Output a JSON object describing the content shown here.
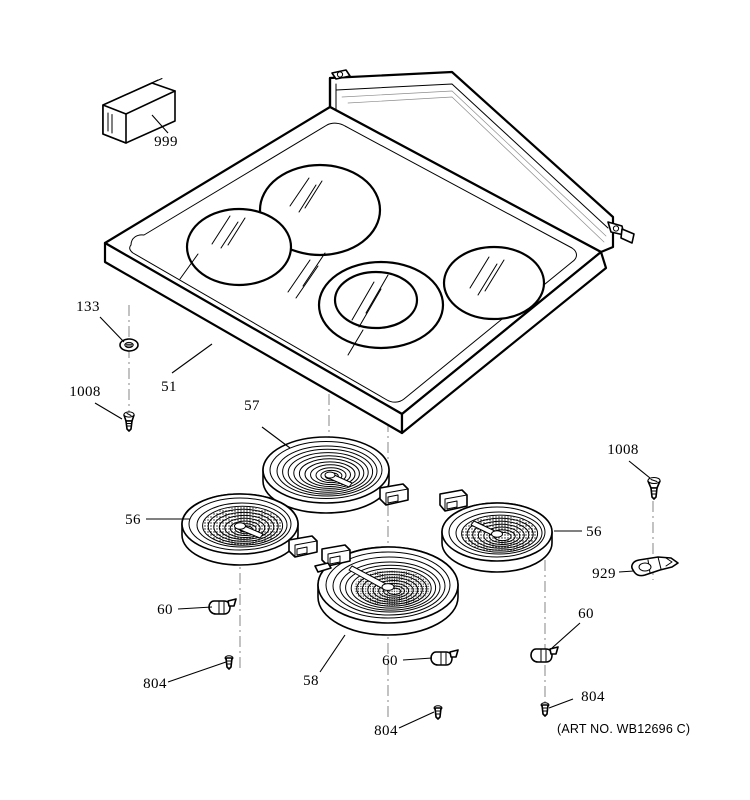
{
  "diagram": {
    "title": "Cooktop Exploded Parts Diagram",
    "art_number": "(ART NO. WB12696 C)",
    "line_color": "#000000",
    "background_color": "#ffffff",
    "centerline_color": "#7a7a7a"
  },
  "callouts": [
    {
      "id": "999",
      "label": "999",
      "part": "carton-box"
    },
    {
      "id": "51",
      "label": "51",
      "part": "cooktop-main-panel"
    },
    {
      "id": "133",
      "label": "133",
      "part": "washer-grommet"
    },
    {
      "id": "1008-left",
      "label": "1008",
      "part": "screw-left"
    },
    {
      "id": "57",
      "label": "57",
      "part": "heating-element-plain-spiral"
    },
    {
      "id": "56-left",
      "label": "56",
      "part": "heating-element-left"
    },
    {
      "id": "56-right",
      "label": "56",
      "part": "heating-element-right"
    },
    {
      "id": "58",
      "label": "58",
      "part": "heating-element-large-dual-ring"
    },
    {
      "id": "60-left",
      "label": "60",
      "part": "spring-clip-left"
    },
    {
      "id": "60-center",
      "label": "60",
      "part": "spring-clip-center"
    },
    {
      "id": "60-right",
      "label": "60",
      "part": "spring-clip-right"
    },
    {
      "id": "804-left",
      "label": "804",
      "part": "screw-bottom-left"
    },
    {
      "id": "804-center",
      "label": "804",
      "part": "screw-bottom-center"
    },
    {
      "id": "804-right",
      "label": "804",
      "part": "screw-bottom-right"
    },
    {
      "id": "1008-right",
      "label": "1008",
      "part": "screw-right"
    },
    {
      "id": "929",
      "label": "929",
      "part": "bracket-clip"
    }
  ],
  "labels": {
    "c999": "999",
    "c51": "51",
    "c133": "133",
    "c1008_left": "1008",
    "c57": "57",
    "c56_left": "56",
    "c56_right": "56",
    "c58": "58",
    "c60_left": "60",
    "c60_center": "60",
    "c60_right": "60",
    "c804_left": "804",
    "c804_center": "804",
    "c804_right": "804",
    "c1008_right": "1008",
    "c929": "929",
    "art_no": "(ART NO. WB12696 C)"
  }
}
